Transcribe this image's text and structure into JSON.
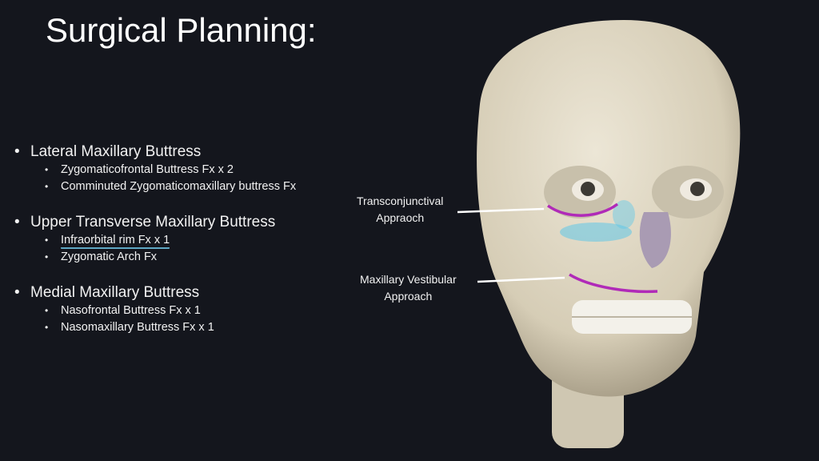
{
  "title": "Surgical Planning:",
  "groups": [
    {
      "heading": "Lateral Maxillary Buttress",
      "items": [
        "Zygomaticofrontal Buttress Fx x 2",
        "Comminuted Zygomaticomaxillary buttress Fx"
      ]
    },
    {
      "heading": "Upper Transverse Maxillary Buttress",
      "items": [
        "Infraorbital rim Fx x 1",
        "Zygomatic Arch Fx"
      ]
    },
    {
      "heading": "Medial Maxillary Buttress",
      "items": [
        "Nasofrontal Buttress Fx x 1",
        "Nasomaxillary Buttress Fx x 1"
      ]
    }
  ],
  "annotations": {
    "transconjunctival": {
      "line1": "Transconjunctival",
      "line2": "Appraoch"
    },
    "vestibular": {
      "line1": "Maxillary Vestibular",
      "line2": "Approach"
    }
  },
  "colors": {
    "background": "#14161d",
    "incision": "#b02ab8",
    "highlight": "#5fa8c4"
  }
}
